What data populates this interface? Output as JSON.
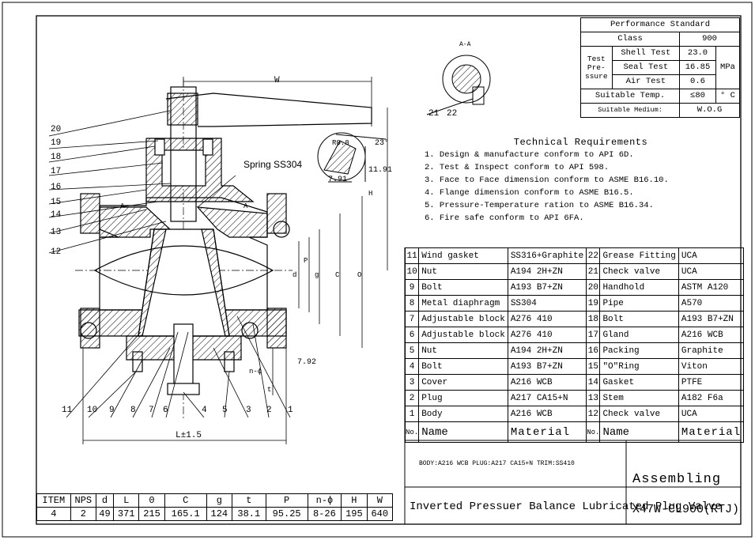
{
  "performance": {
    "title": "Performance Standard",
    "class_label": "Class",
    "class_value": "900",
    "test_label_lines": [
      "Test",
      "Pre-",
      "ssure"
    ],
    "tests": [
      {
        "name": "Shell Test",
        "value": "23.0"
      },
      {
        "name": "Seal Test",
        "value": "16.85"
      },
      {
        "name": "Air Test",
        "value": "0.6"
      }
    ],
    "unit": "MPa",
    "temp_label": "Suitable Temp.",
    "temp_value": "≤80",
    "temp_unit": "° C",
    "medium_label": "Suitable Medium:",
    "medium_value": "W.O.G"
  },
  "technical": {
    "title": "Technical Requirements",
    "items": [
      "1. Design & manufacture conform to API 6D.",
      "2. Test & Inspect conform to API 598.",
      "3. Face to Face dimension conform to ASME B16.10.",
      "4. Flange dimension conform to ASME B16.5.",
      "5. Pressure-Temperature ration to ASME B16.34.",
      "6. Fire safe conform to API 6FA."
    ]
  },
  "parts": {
    "rows": [
      {
        "ln": "11",
        "lname": "Wind gasket",
        "lmat": "SS316+Graphite",
        "rn": "22",
        "rname": "Grease Fitting",
        "rmat": "UCA"
      },
      {
        "ln": "10",
        "lname": "Nut",
        "lmat": "A194 2H+ZN",
        "rn": "21",
        "rname": "Check valve",
        "rmat": "UCA"
      },
      {
        "ln": "9",
        "lname": "Bolt",
        "lmat": "A193 B7+ZN",
        "rn": "20",
        "rname": "Handhold",
        "rmat": "ASTM A120"
      },
      {
        "ln": "8",
        "lname": "Metal diaphragm",
        "lmat": "SS304",
        "rn": "19",
        "rname": "Pipe",
        "rmat": "A570"
      },
      {
        "ln": "7",
        "lname": "Adjustable block",
        "lmat": "A276 410",
        "rn": "18",
        "rname": "Bolt",
        "rmat": "A193 B7+ZN"
      },
      {
        "ln": "6",
        "lname": "Adjustable block",
        "lmat": "A276 410",
        "rn": "17",
        "rname": "Gland",
        "rmat": "A216 WCB"
      },
      {
        "ln": "5",
        "lname": "Nut",
        "lmat": "A194 2H+ZN",
        "rn": "16",
        "rname": "Packing",
        "rmat": "Graphite"
      },
      {
        "ln": "4",
        "lname": "Bolt",
        "lmat": "A193 B7+ZN",
        "rn": "15",
        "rname": "\"O\"Ring",
        "rmat": "Viton"
      },
      {
        "ln": "3",
        "lname": "Cover",
        "lmat": "A216 WCB",
        "rn": "14",
        "rname": "Gasket",
        "rmat": "PTFE"
      },
      {
        "ln": "2",
        "lname": "Plug",
        "lmat": "A217 CA15+N",
        "rn": "13",
        "rname": "Stem",
        "rmat": "A182 F6a"
      },
      {
        "ln": "1",
        "lname": "Body",
        "lmat": "A216 WCB",
        "rn": "12",
        "rname": "Check valve",
        "rmat": "UCA"
      }
    ],
    "header": {
      "no": "No.",
      "name": "Name",
      "material": "Material"
    }
  },
  "note": "BODY:A216 WCB PLUG:A217 CA15+N TRIM:SS410",
  "title_block": {
    "assembling": "Assembling",
    "description": "Inverted Pressuer Balance Lubricated Plug Valve",
    "model": "X47W-CL900(RTJ)"
  },
  "dims": {
    "headers": [
      "ITEM",
      "NPS",
      "d",
      "L",
      "0",
      "C",
      "g",
      "t",
      "P",
      "n-ϕ",
      "H",
      "W"
    ],
    "values": [
      "4",
      "2",
      "49",
      "371",
      "215",
      "165.1",
      "124",
      "38.1",
      "95.25",
      "8-26",
      "195",
      "640"
    ]
  },
  "drawing": {
    "spring_label": "Spring SS304",
    "section_label": "A-A",
    "callouts_left": [
      "20",
      "19",
      "18",
      "17",
      "16",
      "15",
      "14",
      "13",
      "12"
    ],
    "callouts_bottom": [
      "11",
      "10",
      "9",
      "8",
      "7",
      "6",
      "4",
      "5",
      "3",
      "2",
      "1"
    ],
    "section_callouts": [
      "21",
      "22"
    ],
    "dim_w": "W",
    "dim_h": "H",
    "dim_o": "O",
    "dim_c": "C",
    "dim_g": "g",
    "dim_p": "P",
    "dim_d": "d",
    "dim_t": "t",
    "dim_nphi": "n-ϕ",
    "dim_l": "L±1.5",
    "dim_792": "7.92",
    "dim_791": "7.91",
    "dim_1191": "11.91",
    "dim_23": "23°",
    "dim_r08": "R0.8",
    "mark_a_left": "A",
    "mark_a_right": "A"
  }
}
